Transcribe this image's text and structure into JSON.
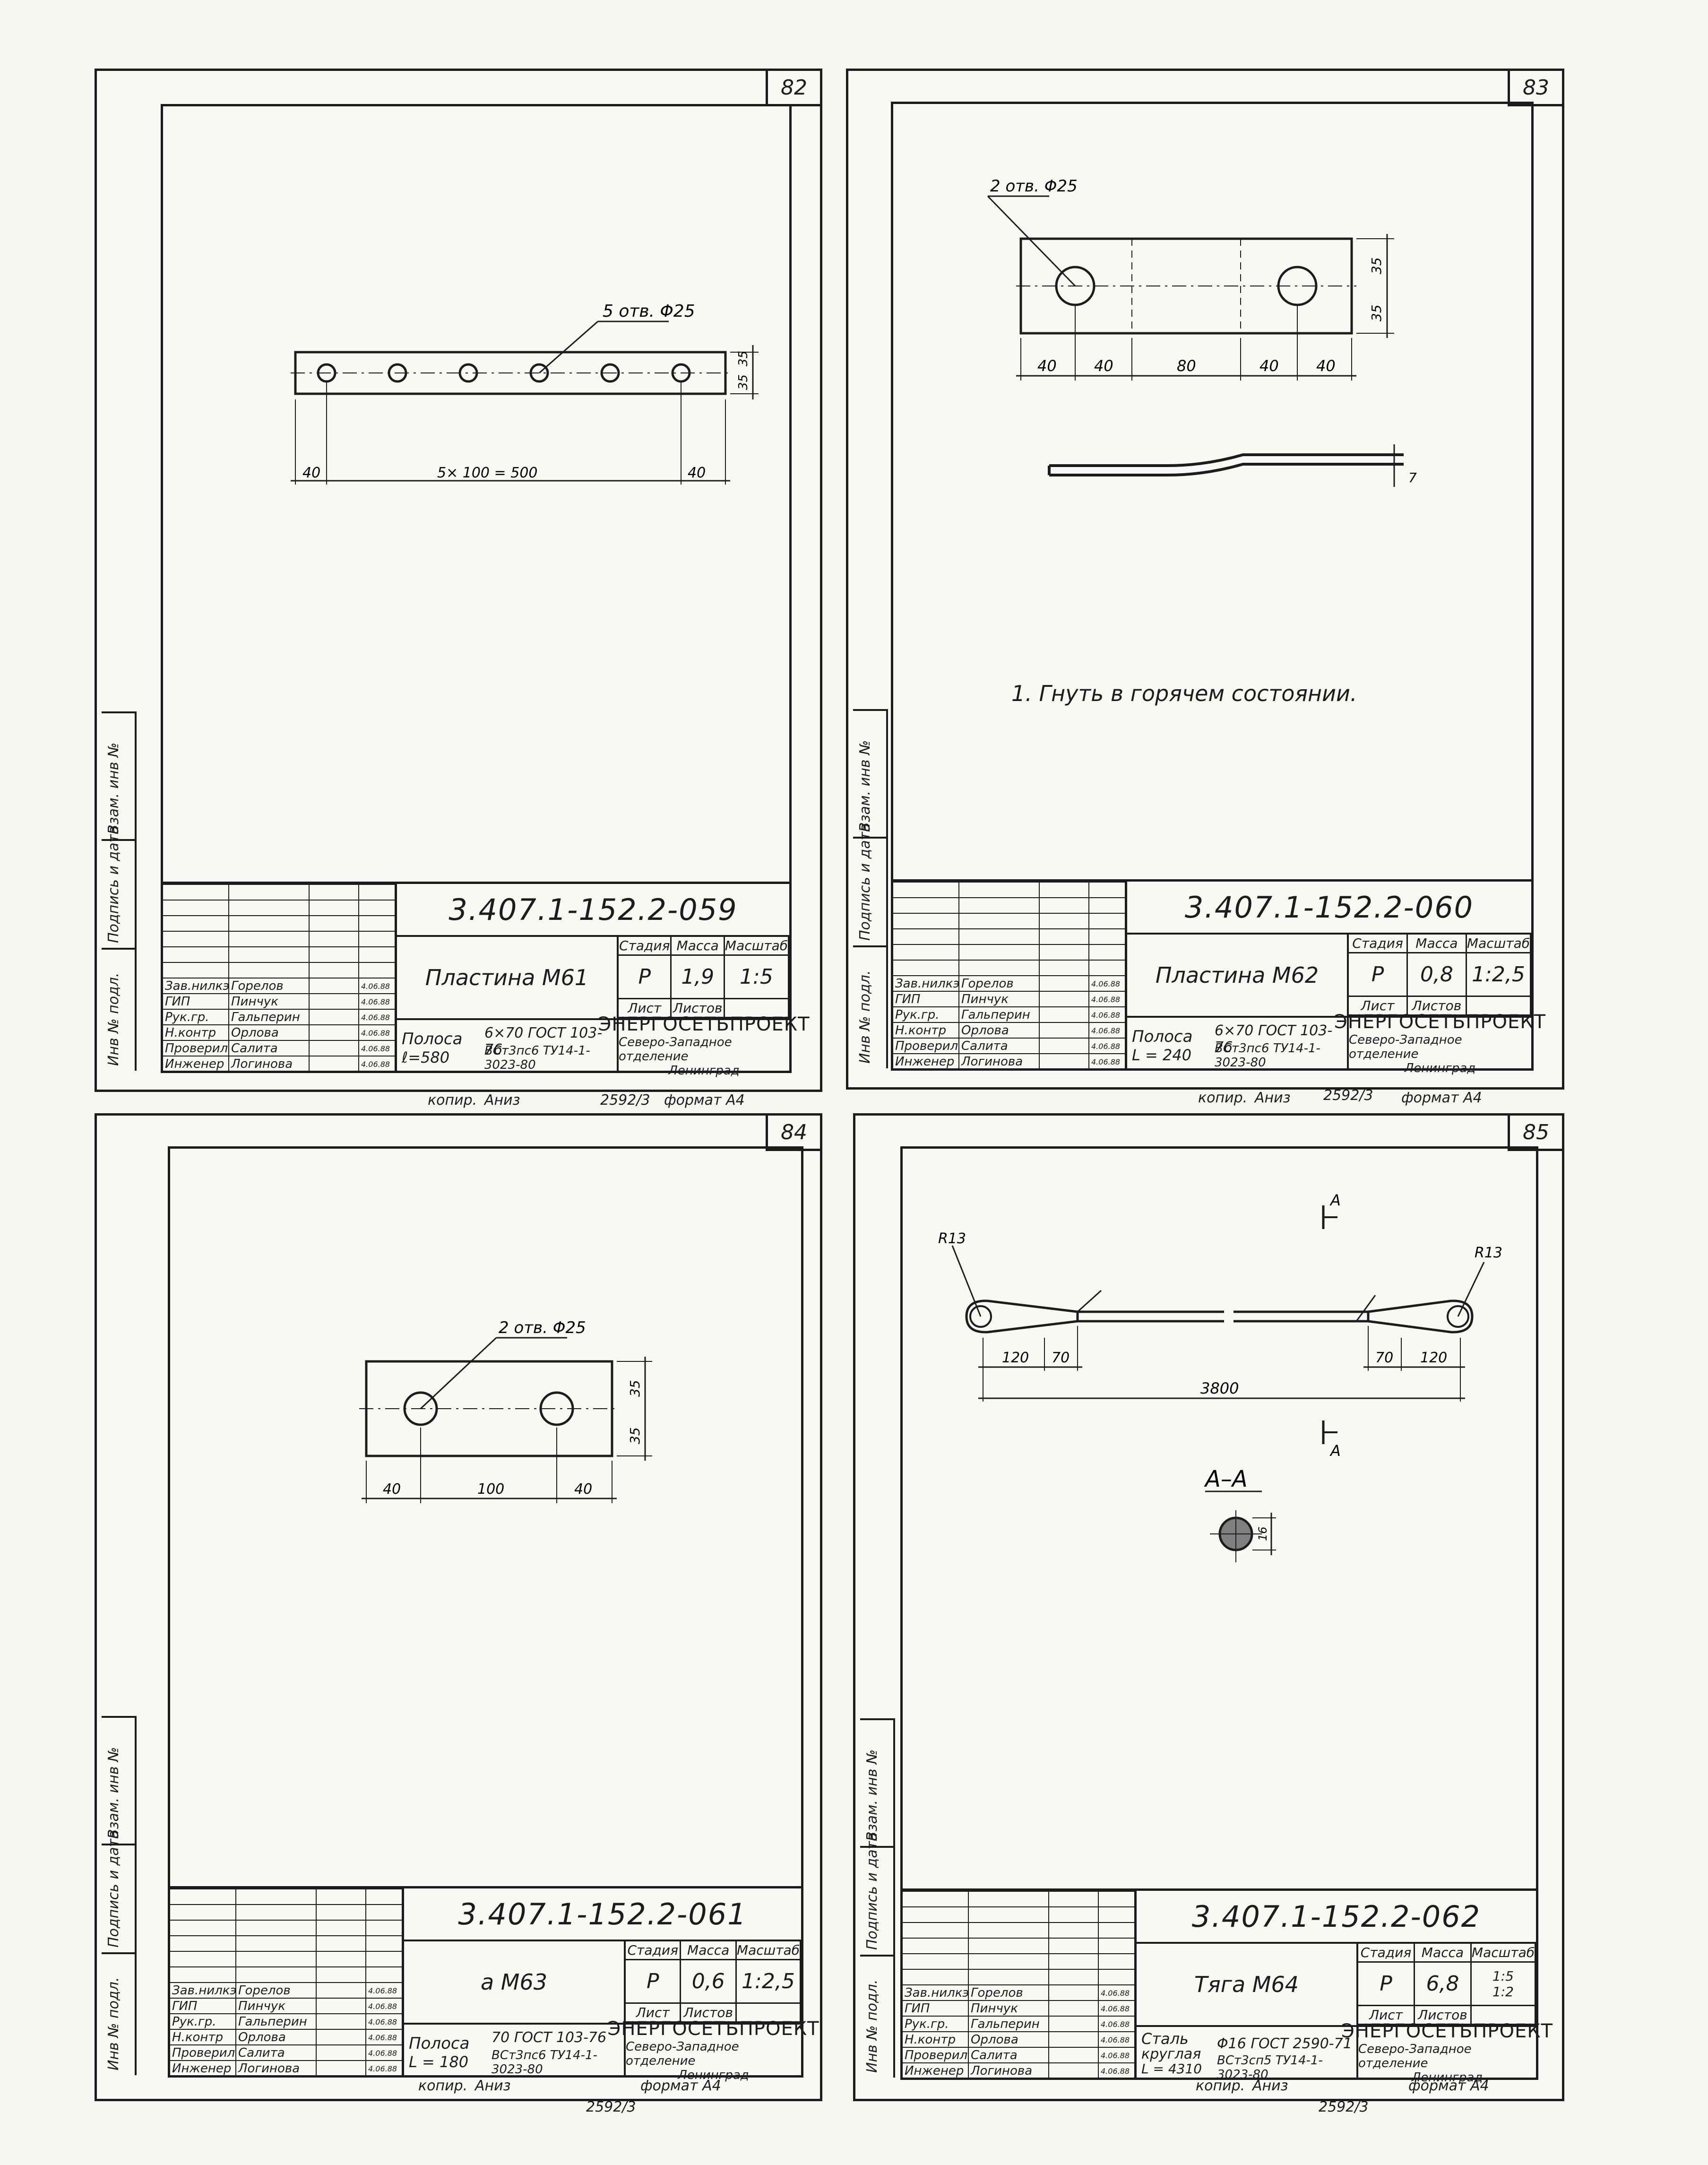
{
  "side_labels": [
    "Инв № подл.",
    "Подпись и дата",
    "Взам. инв №"
  ],
  "title_block_rows": [
    {
      "role": "Зав.нилкэс",
      "name": "Горелов",
      "date": "4.06.88"
    },
    {
      "role": "ГИП",
      "name": "Пинчук",
      "date": "4.06.88"
    },
    {
      "role": "Рук.гр.",
      "name": "Гальперин",
      "date": "4.06.88"
    },
    {
      "role": "Н.контр",
      "name": "Орлова",
      "date": "4.06.88"
    },
    {
      "role": "Проверил",
      "name": "Салита",
      "date": "4.06.88"
    },
    {
      "role": "Инженер",
      "name": "Логинова",
      "date": "4.06.88"
    }
  ],
  "title_block_headers": {
    "stage": "Стадия",
    "mass": "Масса",
    "scale": "Масштаб",
    "sheet": "Лист",
    "sheets": "Листов"
  },
  "organization": {
    "name": "ЭНЕРГОСЕТЬПРОЕКТ",
    "branch": "Северо-Западное отделение",
    "city": "Ленинград"
  },
  "footer": {
    "copied": "копир.",
    "copier": "Аниз",
    "format": "формат А4",
    "inv": "2592/3"
  },
  "sheets": [
    {
      "number": "82",
      "code": "3.407.1-152.2-059",
      "name": "Пластина М61",
      "stage": "Р",
      "mass": "1,9",
      "scale": "1:5",
      "material_left": "Полоса",
      "material_left2": "ℓ=580",
      "material_spec": "6×70 ГОСТ 103-76",
      "material_spec2": "ВСт3пс6 ТУ14-1-3023-80",
      "drawing": {
        "holes_label": "5 отв. Φ25",
        "dim_left": "40",
        "dim_mid": "5× 100 = 500",
        "dim_right": "40",
        "dim_v1": "35",
        "dim_v2": "35"
      }
    },
    {
      "number": "83",
      "code": "3.407.1-152.2-060",
      "name": "Пластина М62",
      "stage": "Р",
      "mass": "0,8",
      "scale": "1:2,5",
      "material_left": "Полоса",
      "material_left2": "L = 240",
      "material_spec": "6×70 ГОСТ 103-76",
      "material_spec2": "ВСт3пс6 ТУ14-1-3023-80",
      "note": "1. Гнуть в горячем состоянии.",
      "drawing": {
        "holes_label": "2 отв. Φ25",
        "dims": [
          "40",
          "40",
          "80",
          "40",
          "40"
        ],
        "dim_v1": "35",
        "dim_v2": "35",
        "dim_bend": "7"
      }
    },
    {
      "number": "84",
      "code": "3.407.1-152.2-061",
      "name": "а М63",
      "stage": "Р",
      "mass": "0,6",
      "scale": "1:2,5",
      "material_left": "Полоса",
      "material_left2": "L = 180",
      "material_spec": "70 ГОСТ 103-76",
      "material_spec2": "ВСт3пс6 ТУ14-1-3023-80",
      "drawing": {
        "holes_label": "2 отв. Φ25",
        "dims": [
          "40",
          "100",
          "40"
        ],
        "dim_v1": "35",
        "dim_v2": "35"
      }
    },
    {
      "number": "85",
      "code": "3.407.1-152.2-062",
      "name": "Тяга М64",
      "stage": "Р",
      "mass": "6,8",
      "scale": "1:5",
      "scale2": "1:2",
      "material_left": "Сталь",
      "material_left2": "круглая",
      "material_left3": "L = 4310",
      "material_spec": "Φ16 ГОСТ 2590-71",
      "material_spec2": "ВСт3сп5 ТУ14-1-3023-80",
      "drawing": {
        "radius_left": "R13",
        "radius_right": "R13",
        "dims": [
          "120",
          "70",
          "70",
          "120"
        ],
        "dim_total": "3800",
        "section_mark": "А",
        "section_title": "А–А",
        "section_dim": "16"
      }
    }
  ]
}
